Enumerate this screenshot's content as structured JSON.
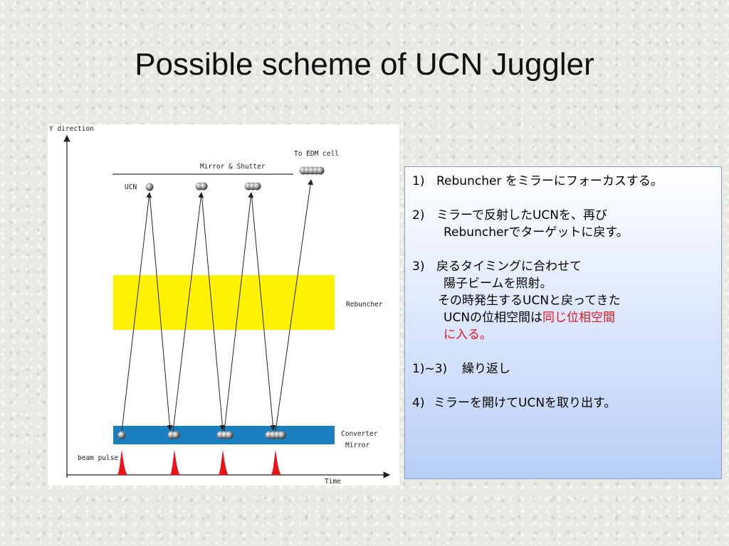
{
  "title": "Possible scheme of UCN Juggler",
  "diagram": {
    "y_axis_label": "Y direction",
    "x_axis_label": "Time",
    "mirror_shutter_label": "Mirror & Shutter",
    "edm_label": "To EDM cell",
    "ucn_label": "UCN",
    "rebuncher_label": "Rebuncher",
    "converter_label": "Converter",
    "mirror_label": "Mirror",
    "beam_pulse_label": "beam pulse",
    "colors": {
      "rebuncher": "#fff200",
      "converter": "#1a7fc1",
      "pulse": "#e8141b"
    }
  },
  "notes": {
    "step1_num": "1)",
    "step1_text": "Rebuncher をミラーにフォーカスする。",
    "step2_num": "2)",
    "step2_line1": "ミラーで反射したUCNを、再び",
    "step2_line2": "Rebuncherでターゲットに戻す。",
    "step3_num": "3)",
    "step3_line1": "戻るタイミングに合わせて",
    "step3_line2": "陽子ビームを照射。",
    "step3_line3": "その時発生するUCNと戻ってきた",
    "step3_line4a": "UCNの位相空間は",
    "step3_line4b": "同じ位相空間",
    "step3_line5": "に入る。",
    "repeat_num": "1)~3)",
    "repeat_text": "繰り返し",
    "step4_num": "4)",
    "step4_text": "ミラーを開けてUCNを取り出す。"
  }
}
